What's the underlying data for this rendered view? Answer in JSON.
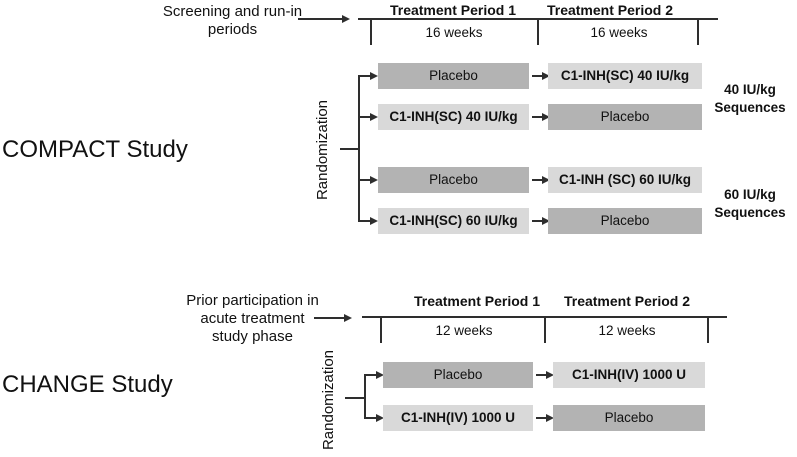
{
  "colors": {
    "placebo_box": "#b3b3b3",
    "active_box": "#d9d9d9",
    "line": "#2e2e2e",
    "text": "#111111"
  },
  "compact": {
    "study_label": "COMPACT Study",
    "pre_phase": {
      "line1": "Screening and run-in",
      "line2": "periods"
    },
    "timeline": {
      "period1": "Treatment Period 1",
      "period2": "Treatment Period 2",
      "duration1": "16 weeks",
      "duration2": "16 weeks"
    },
    "randomization_label": "Randomization",
    "rows": [
      {
        "period1": "Placebo",
        "period2": "C1-INH(SC) 40 IU/kg"
      },
      {
        "period1": "C1-INH(SC) 40 IU/kg",
        "period2": "Placebo"
      },
      {
        "period1": "Placebo",
        "period2": "C1-INH (SC) 60 IU/kg"
      },
      {
        "period1": "C1-INH(SC) 60 IU/kg",
        "period2": "Placebo"
      }
    ],
    "sequences": [
      {
        "line1": "40 IU/kg",
        "line2": "Sequences"
      },
      {
        "line1": "60 IU/kg",
        "line2": "Sequences"
      }
    ]
  },
  "change": {
    "study_label": "CHANGE Study",
    "pre_phase": {
      "line1": "Prior participation in",
      "line2": "acute treatment",
      "line3": "study phase"
    },
    "timeline": {
      "period1": "Treatment Period 1",
      "period2": "Treatment Period 2",
      "duration1": "12 weeks",
      "duration2": "12 weeks"
    },
    "randomization_label": "Randomization",
    "rows": [
      {
        "period1": "Placebo",
        "period2": "C1-INH(IV) 1000 U"
      },
      {
        "period1": "C1-INH(IV) 1000 U",
        "period2": "Placebo"
      }
    ]
  }
}
